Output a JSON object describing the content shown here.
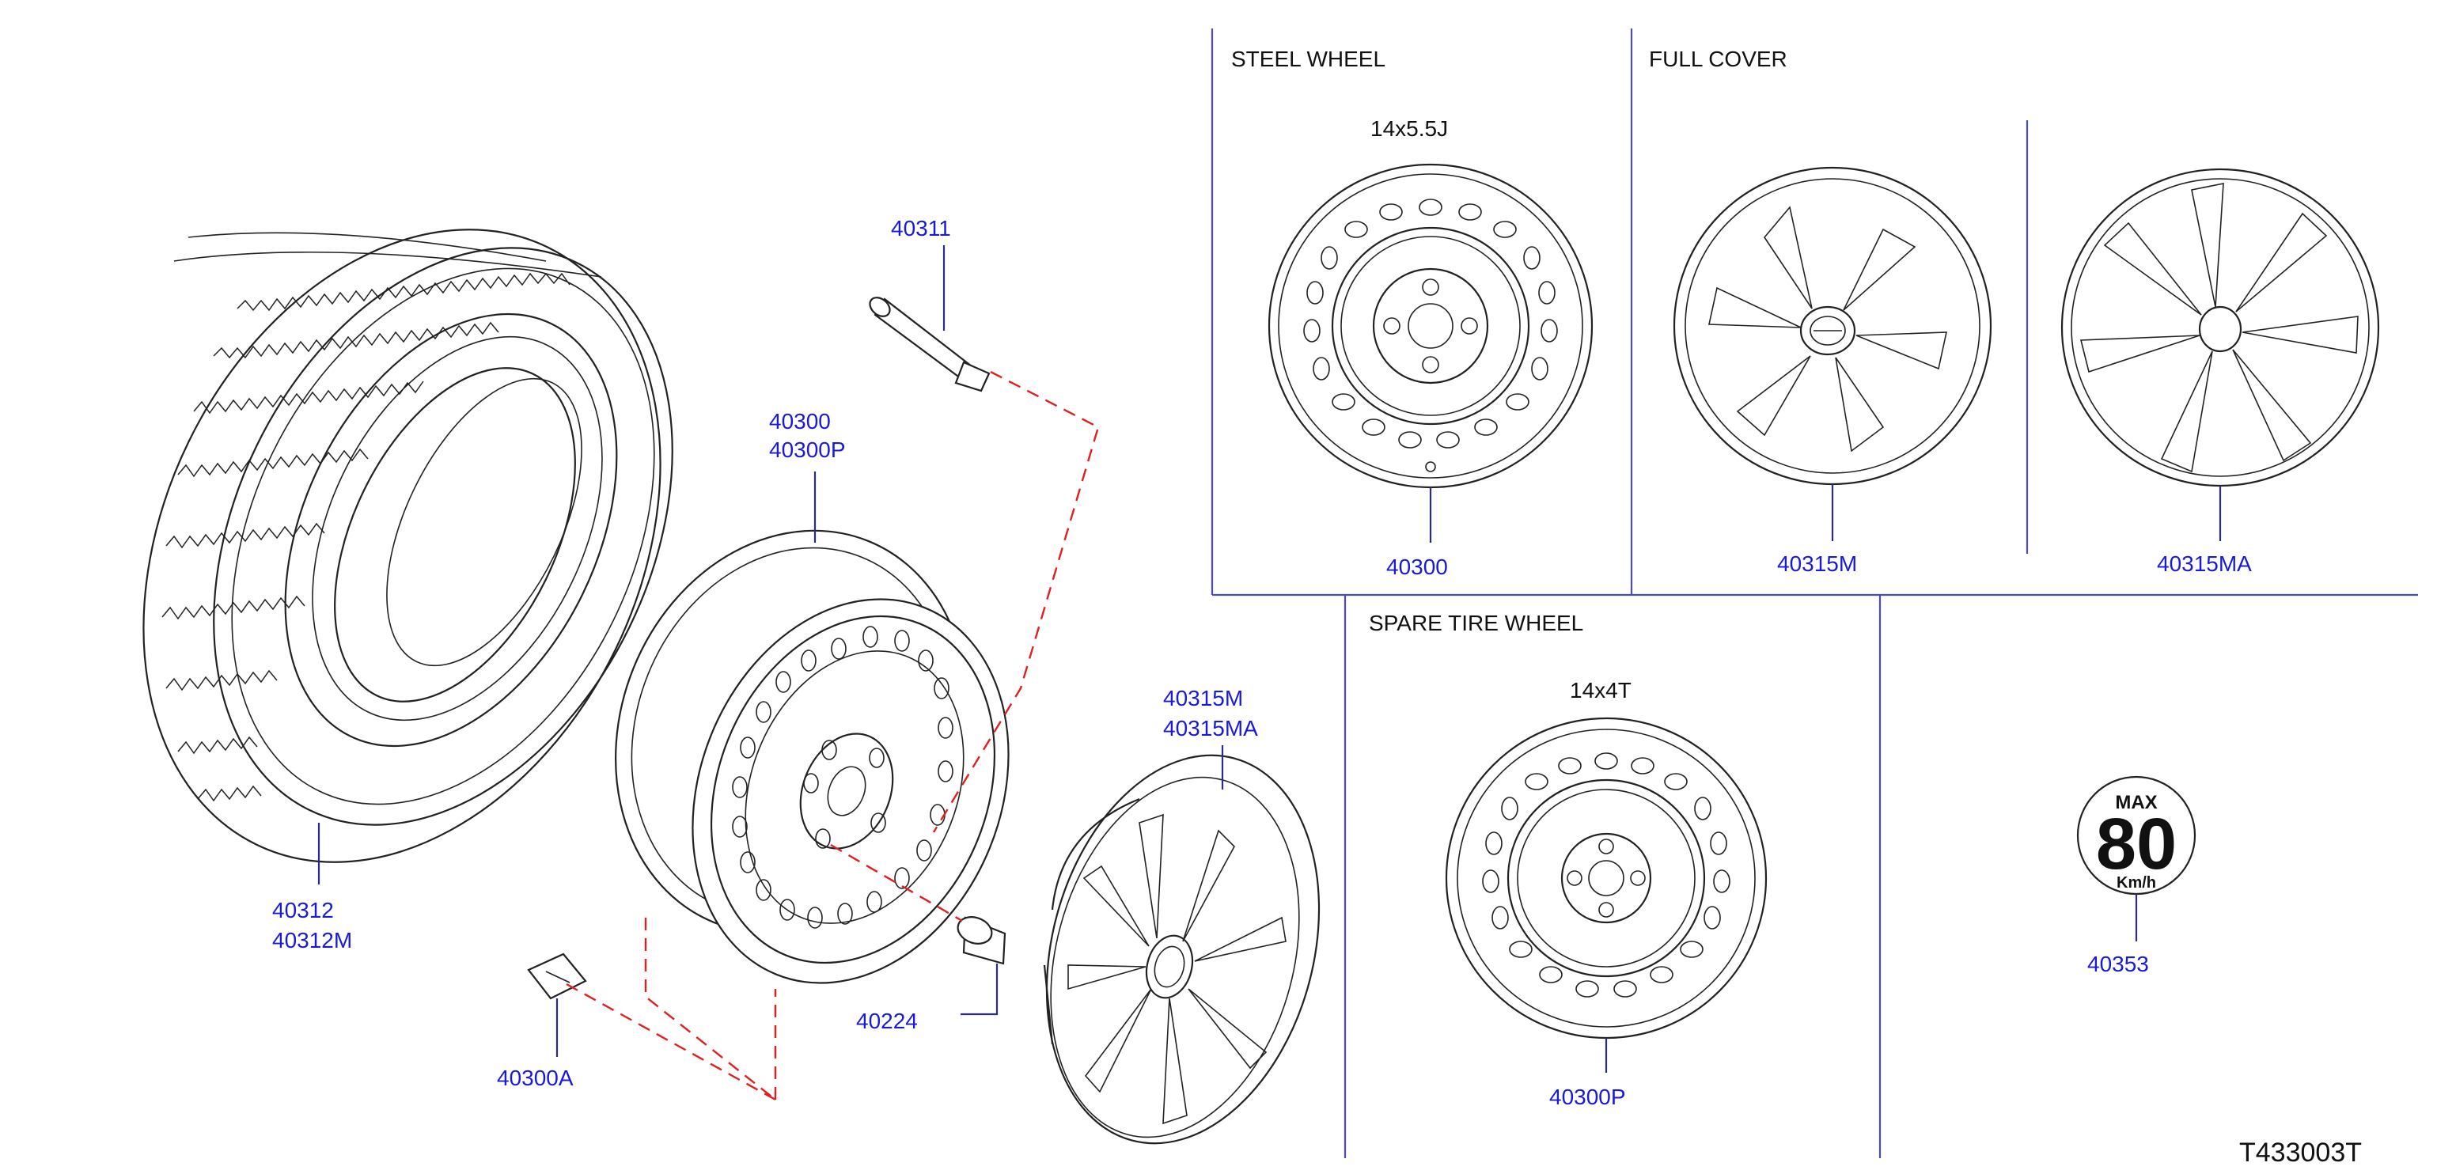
{
  "sections": {
    "steel_wheel": {
      "title": "STEEL   WHEEL",
      "size": "14x5.5J"
    },
    "full_cover": {
      "title": "FULL   COVER"
    },
    "spare_tire_wheel": {
      "title": "SPARE   TIRE   WHEEL",
      "size": "14x4T"
    }
  },
  "labels": {
    "valve": "40311",
    "wheel_a": "40300",
    "wheel_b": "40300P",
    "tire_a": "40312",
    "tire_b": "40312M",
    "cover_a": "40315M",
    "cover_b": "40315MA",
    "nut": "40224",
    "clip": "40300A",
    "steel_wheel_part": "40300",
    "cover_m_part": "40315M",
    "cover_ma_part": "40315MA",
    "spare_wheel_part": "40300P",
    "speed_label_part": "40353"
  },
  "speed_sign": {
    "top": "MAX",
    "value": "80",
    "unit": "Km/h"
  },
  "diagram_code": "T433003T",
  "colors": {
    "part_label": "#1a1ad6",
    "leader_dash": "#e02020",
    "frame": "#4a4ac8"
  }
}
